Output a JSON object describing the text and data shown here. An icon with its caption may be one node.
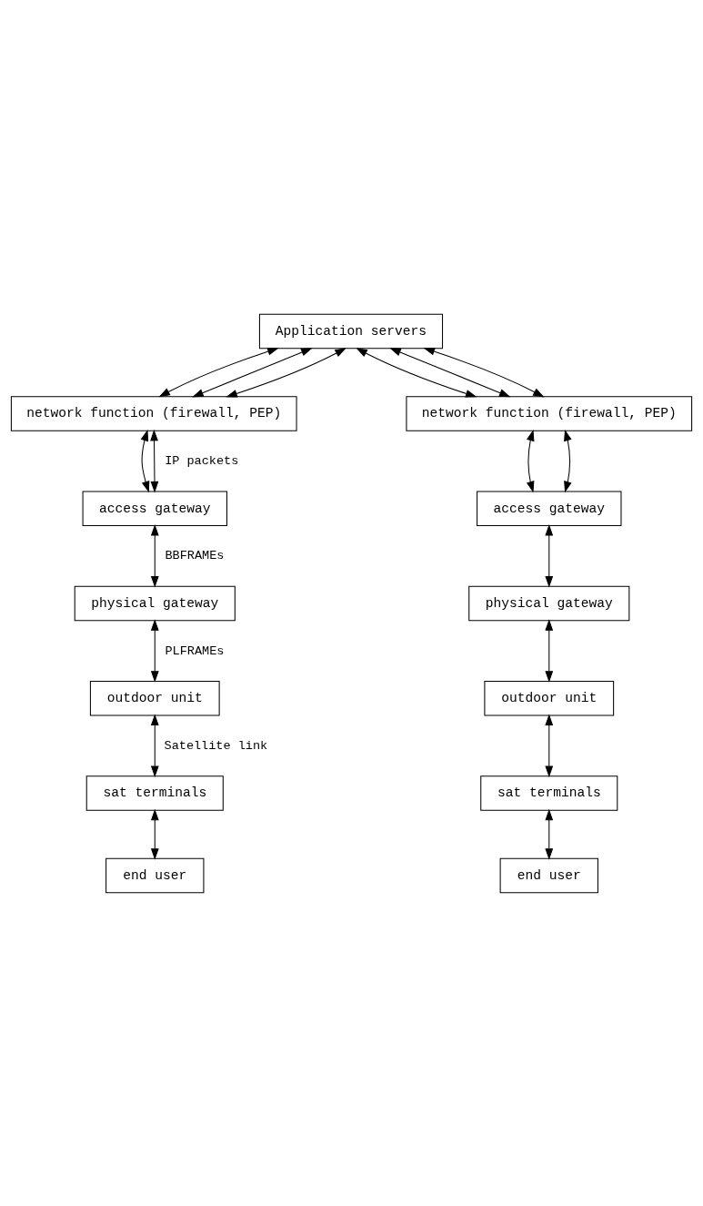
{
  "diagram": {
    "nodes": [
      {
        "text": [
          "Application servers"
        ]
      },
      {
        "text": [
          "network function (firewall, PEP)"
        ]
      },
      {
        "text": [
          "network function (firewall, PEP)"
        ]
      },
      {
        "text": [
          "access gateway"
        ]
      },
      {
        "text": [
          "access gateway"
        ]
      },
      {
        "text": [
          "physical gateway"
        ]
      },
      {
        "text": [
          "physical gateway"
        ]
      },
      {
        "text": [
          "outdoor unit"
        ]
      },
      {
        "text": [
          "outdoor unit"
        ]
      },
      {
        "text": [
          "sat terminals"
        ]
      },
      {
        "text": [
          "sat terminals"
        ]
      },
      {
        "text": [
          "end user"
        ]
      },
      {
        "text": [
          "end user"
        ]
      }
    ],
    "edges": [
      {
        "from": 0,
        "to": 1,
        "arrow": "both"
      },
      {
        "from": 0,
        "to": 1,
        "arrow": "both"
      },
      {
        "from": 0,
        "to": 1,
        "arrow": "both"
      },
      {
        "from": 0,
        "to": 2,
        "arrow": "both"
      },
      {
        "from": 0,
        "to": 2,
        "arrow": "both"
      },
      {
        "from": 0,
        "to": 2,
        "arrow": "both"
      },
      {
        "from": 1,
        "to": 3,
        "arrow": "both"
      },
      {
        "from": 1,
        "to": 3,
        "arrow": "both",
        "label": "IP packets"
      },
      {
        "from": 2,
        "to": 4,
        "arrow": "both"
      },
      {
        "from": 2,
        "to": 4,
        "arrow": "both"
      },
      {
        "from": 3,
        "to": 5,
        "arrow": "both",
        "label": "BBFRAMEs"
      },
      {
        "from": 4,
        "to": 6,
        "arrow": "both"
      },
      {
        "from": 5,
        "to": 7,
        "arrow": "both",
        "label": "PLFRAMEs"
      },
      {
        "from": 6,
        "to": 8,
        "arrow": "both"
      },
      {
        "from": 7,
        "to": 9,
        "arrow": "both",
        "label": "Satellite link"
      },
      {
        "from": 8,
        "to": 10,
        "arrow": "both"
      },
      {
        "from": 9,
        "to": 11,
        "arrow": "both"
      },
      {
        "from": 10,
        "to": 12,
        "arrow": "both"
      }
    ]
  }
}
